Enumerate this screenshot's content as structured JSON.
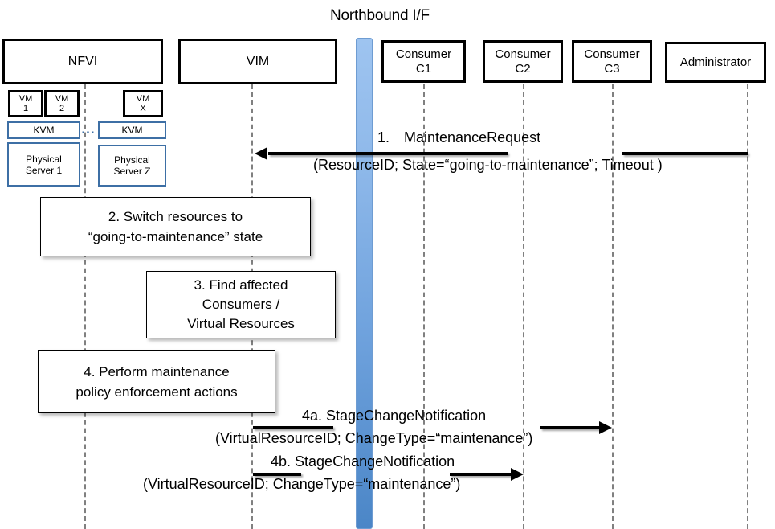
{
  "title": "Northbound I/F",
  "actors": [
    {
      "name": "nfvi",
      "label": "NFVI"
    },
    {
      "name": "vim",
      "label": "VIM"
    },
    {
      "name": "consumer-c1",
      "label": "Consumer\nC1"
    },
    {
      "name": "consumer-c2",
      "label": "Consumer\nC2"
    },
    {
      "name": "consumer-c3",
      "label": "Consumer\nC3"
    },
    {
      "name": "administrator",
      "label": "Administrator"
    }
  ],
  "nfvi_internals": {
    "vms": [
      {
        "label": "VM\n1"
      },
      {
        "label": "VM\n2"
      },
      {
        "label": "VM\nX"
      }
    ],
    "hypervisor_left": "KVM",
    "hypervisor_right": "KVM",
    "server_left": "Physical\nServer 1",
    "server_right": "Physical\nServer Z",
    "ellipsis": "..."
  },
  "steps": [
    {
      "id": "step-2",
      "text": "2. Switch resources to\n“going-to-maintenance” state"
    },
    {
      "id": "step-3",
      "text": "3. Find affected\nConsumers /\nVirtual Resources"
    },
    {
      "id": "step-4",
      "text": "4. Perform maintenance\npolicy enforcement actions"
    }
  ],
  "messages": [
    {
      "id": "msg-1",
      "number": "1.",
      "name": "MaintenanceRequest",
      "title": "1. MaintenanceRequest",
      "params": "(ResourceID; State=“going-to-maintenance”; Timeout )",
      "from": "Administrator",
      "to": "VIM",
      "direction": "left"
    },
    {
      "id": "msg-4a",
      "number": "4a.",
      "name": "StageChangeNotification",
      "title": "4a. StageChangeNotification",
      "params": "(VirtualResourceID; ChangeType=“maintenance”)",
      "from": "VIM",
      "to": "Consumer C3",
      "direction": "right"
    },
    {
      "id": "msg-4b",
      "number": "4b.",
      "name": "StageChangeNotification",
      "title": "4b. StageChangeNotification",
      "params": "(VirtualResourceID; ChangeType=“maintenance”)",
      "from": "VIM",
      "to": "Consumer C2",
      "direction": "right"
    }
  ],
  "colors": {
    "northbound_bar_top": "#9EC4F0",
    "northbound_bar_bottom": "#4B86C7",
    "inner_box_border": "#3D6FA5",
    "lifeline": "#808080",
    "actor_border": "#000000"
  }
}
